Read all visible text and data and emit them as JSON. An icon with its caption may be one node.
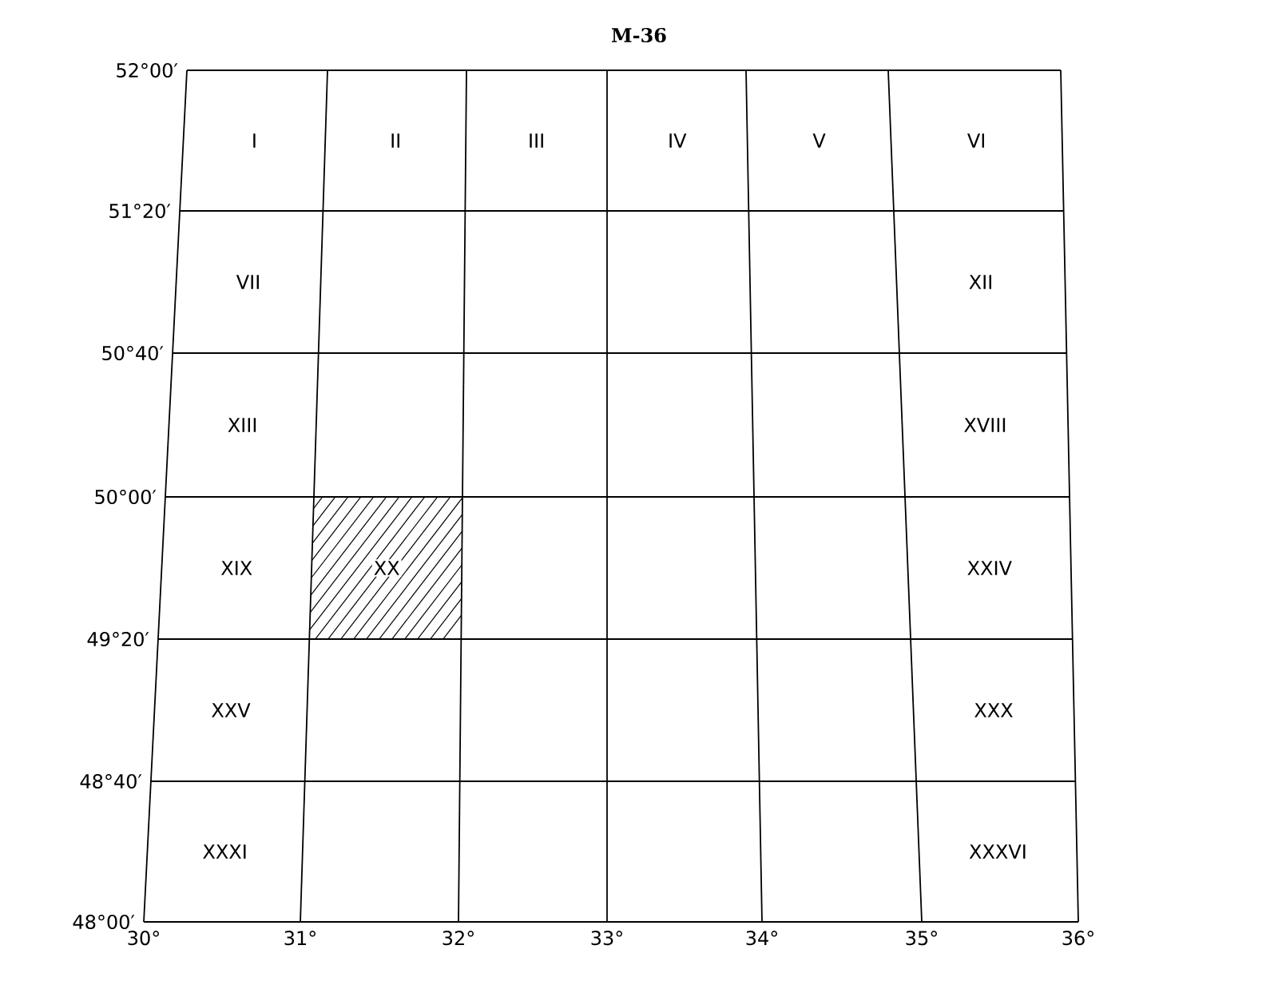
{
  "diagram": {
    "title": "M-36",
    "labels": [
      "52°00′",
      "I",
      "II",
      "III",
      "IV",
      "V",
      "VI",
      "51°20′",
      "VII",
      "XII",
      "50°40′",
      "XIII",
      "XVIII",
      "50°00′",
      "XIX",
      "XX",
      "XXIV",
      "49°20′",
      "XXV",
      "XXX",
      "48°40′",
      "XXXI",
      "XXXVI",
      "48°00′",
      "30°",
      "31°",
      "32°",
      "33°",
      "34°",
      "35°",
      "36°"
    ]
  }
}
